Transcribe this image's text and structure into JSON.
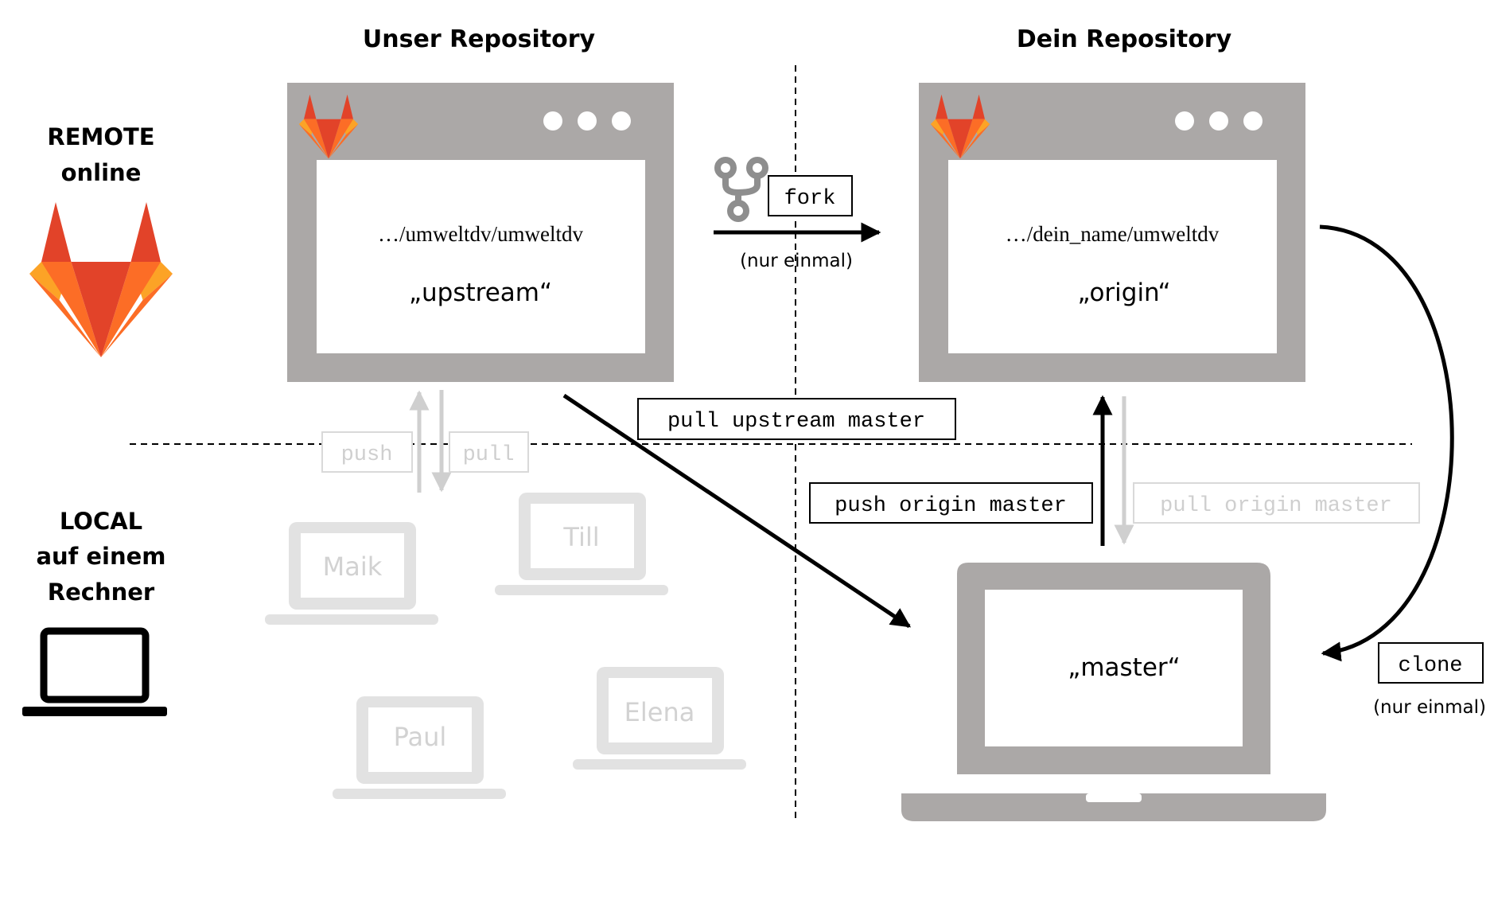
{
  "headers": {
    "left": "Unser Repository",
    "right": "Dein Repository"
  },
  "side_labels": {
    "remote_line1": "REMOTE",
    "remote_line2": "online",
    "local_line1": "LOCAL",
    "local_line2": "auf einem",
    "local_line3": "Rechner"
  },
  "upstream": {
    "path": "…/umweltdv/umweltdv",
    "name": "„upstream“"
  },
  "origin": {
    "path": "…/dein_name/umweltdv",
    "name": "„origin“"
  },
  "local": {
    "name": "„master“"
  },
  "commands": {
    "fork": "fork",
    "fork_note": "(nur einmal)",
    "pull_upstream": "pull upstream master",
    "push_origin": "push origin master",
    "pull_origin": "pull origin master",
    "clone": "clone",
    "clone_note": "(nur einmal)",
    "team_push": "push",
    "team_pull": "pull"
  },
  "team": [
    "Maik",
    "Till",
    "Paul",
    "Elena"
  ],
  "colors": {
    "window_gray": "#aba8a7",
    "faded_gray": "#e2e2e2",
    "gitlab_red": "#e24329",
    "gitlab_orange": "#fc6d26",
    "gitlab_yellow": "#fca326"
  },
  "icons": [
    "gitlab-logo-icon",
    "fork-icon",
    "laptop-icon"
  ]
}
